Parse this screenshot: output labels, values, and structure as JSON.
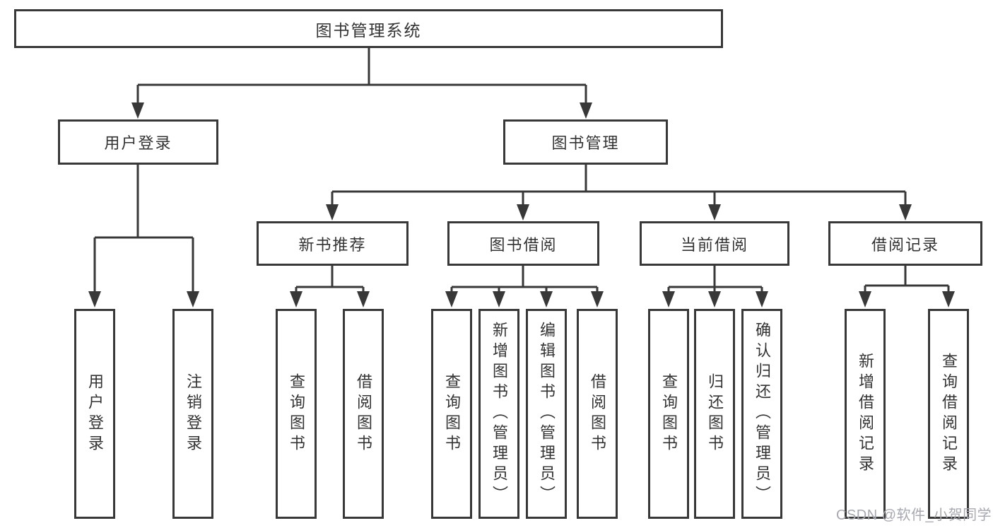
{
  "diagram": {
    "type": "hierarchy-tree",
    "colors": {
      "line": "#383838",
      "box_border": "#383838",
      "box_background": "#ffffff",
      "text": "#333333",
      "watermark": "#a7a9b0"
    },
    "root": {
      "label": "图书管理系统",
      "children": [
        {
          "label": "用户登录",
          "children": [
            {
              "label": "用户登录"
            },
            {
              "label": "注销登录"
            }
          ]
        },
        {
          "label": "图书管理",
          "children": [
            {
              "label": "新书推荐",
              "children": [
                {
                  "label": "查询图书"
                },
                {
                  "label": "借阅图书"
                }
              ]
            },
            {
              "label": "图书借阅",
              "children": [
                {
                  "label": "查询图书"
                },
                {
                  "label": "新增图书（管理员）"
                },
                {
                  "label": "编辑图书（管理员）"
                },
                {
                  "label": "借阅图书"
                }
              ]
            },
            {
              "label": "当前借阅",
              "children": [
                {
                  "label": "查询图书"
                },
                {
                  "label": "归还图书"
                },
                {
                  "label": "确认归还（管理员）"
                }
              ]
            },
            {
              "label": "借阅记录",
              "children": [
                {
                  "label": "新增借阅记录"
                },
                {
                  "label": "查询借阅记录"
                }
              ]
            }
          ]
        }
      ]
    }
  },
  "watermark": {
    "text": "CSDN @软件_小贺同学"
  }
}
